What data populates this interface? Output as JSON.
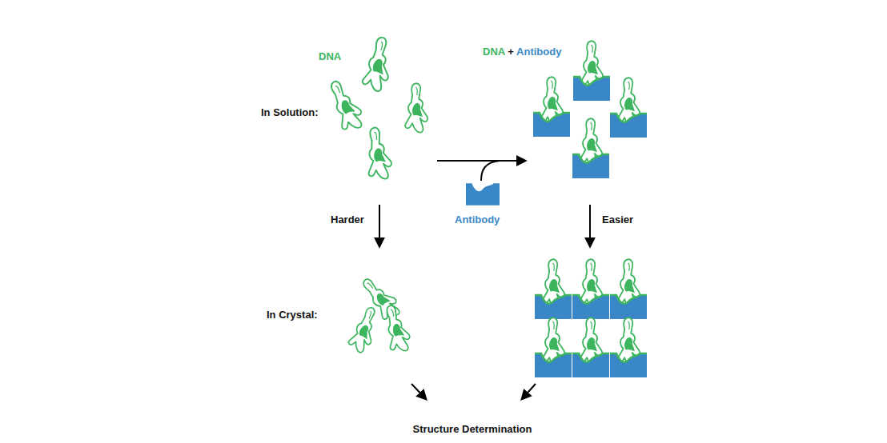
{
  "diagram": {
    "labels": [
      "DNA",
      "In Solution:",
      "DNA",
      "+",
      "Antibody",
      "Harder",
      "Antibody",
      "Easier",
      "In Crystal:",
      "Structure Determination"
    ]
  }
}
